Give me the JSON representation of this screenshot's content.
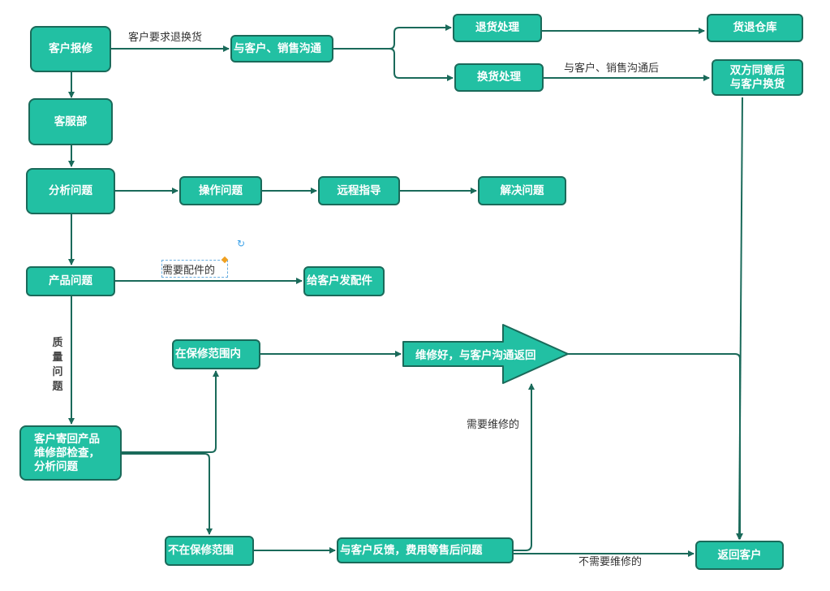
{
  "nodes": {
    "customer_repair": "客户报修",
    "customer_service": "客服部",
    "analyze_problem": "分析问题",
    "communicate_top": "与客户、销售沟通",
    "return_processing": "退货处理",
    "return_warehouse": "货退仓库",
    "exchange_processing": "换货处理",
    "agree_exchange": "双方同意后\n与客户换货",
    "operation_problem": "操作问题",
    "remote_guidance": "远程指导",
    "solve_problem": "解决问题",
    "product_problem": "产品问题",
    "send_parts": "给客户发配件",
    "send_back_inspect": "客户寄回产品\n维修部检查，\n分析问题",
    "in_warranty": "在保修范围内",
    "repaired_return": "维修好，与客户沟通返回",
    "out_warranty": "不在保修范围",
    "feedback_fees": "与客户反馈，费用等售后问题",
    "return_customer": "返回客户"
  },
  "labels": {
    "request_return": "客户要求退换货",
    "after_communicate": "与客户、销售沟通后",
    "need_parts": "需要配件的",
    "quality_problem": "质\n量\n问\n题",
    "need_repair": "需要维修的",
    "no_repair": "不需要维修的"
  },
  "colors": {
    "node_fill": "#22c0a3",
    "node_border": "#1a6a5a",
    "edge": "#1a6a5a"
  },
  "icons": {
    "rotate": "rotate-icon",
    "handle": "resize-handle"
  }
}
